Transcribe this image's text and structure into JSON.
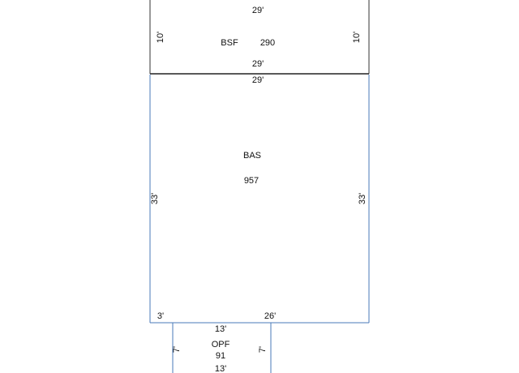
{
  "sketch": {
    "bsf": {
      "code": "BSF",
      "area": "290",
      "top_label": "29'",
      "bottom_label": "29'",
      "left_label": "10'",
      "right_label": "10'"
    },
    "bas": {
      "code": "BAS",
      "area": "957",
      "top_label": "29'",
      "left_label": "33'",
      "right_label": "33'",
      "bottom_left_label": "3'",
      "bottom_right_label": "26'"
    },
    "opf": {
      "code": "OPF",
      "area": "91",
      "top_label": "13'",
      "bottom_label": "13'",
      "left_label": "7'",
      "right_label": "7'"
    },
    "colors": {
      "bsf_outline": "#333333",
      "bas_outline": "#4a7ab8",
      "text": "#111111"
    }
  }
}
